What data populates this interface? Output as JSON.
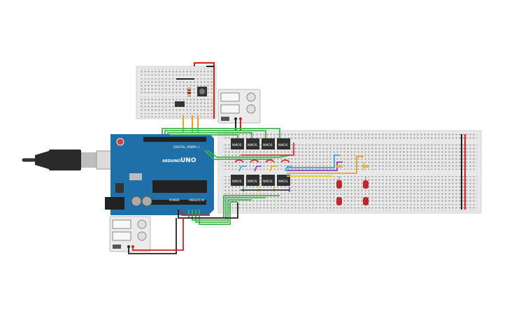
{
  "arduino": {
    "brand": "ARDUINO",
    "model": "UNO",
    "digital_header": "DIGITAL (PWM~)",
    "power_header": "POWER",
    "analog_header": "ANALOG IN",
    "color": "#1f6fa8"
  },
  "mosfets": {
    "label": "NMOS",
    "top_count": 4,
    "bottom_count": 4
  },
  "breadboards": {
    "main": "large-breadboard",
    "small": "half-breadboard"
  },
  "power_supplies": [
    {
      "id": "supply-top"
    },
    {
      "id": "supply-bottom"
    }
  ],
  "colors": {
    "wire_green": "#3bb54a",
    "wire_orange": "#f0a020",
    "wire_red": "#d22020",
    "wire_black": "#202020",
    "wire_blue": "#3aa0e0",
    "wire_purple": "#8040c0",
    "wire_yellow": "#e8d020",
    "led_red": "#c02828"
  }
}
